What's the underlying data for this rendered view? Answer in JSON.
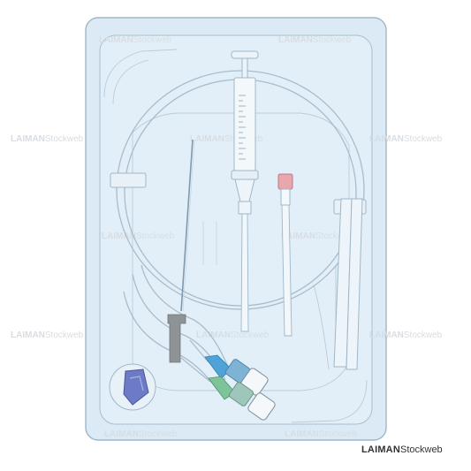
{
  "watermark": {
    "brand": "LAIMAN",
    "suffix": "Stockweb"
  },
  "credit": {
    "brand": "LAIMAN",
    "suffix": "Stockweb"
  },
  "colors": {
    "tray_fill": "#dbeaf4",
    "tray_stroke": "#9fb7c8",
    "tube": "#a9bccb",
    "needle": "#8ea7b9",
    "syringe_tip": "#e9a6ad",
    "hub_blue": "#4fa3d9",
    "hub_green": "#7ec39a",
    "clip_gray": "#8e9396",
    "cap_purple": "#6d7bc7"
  }
}
